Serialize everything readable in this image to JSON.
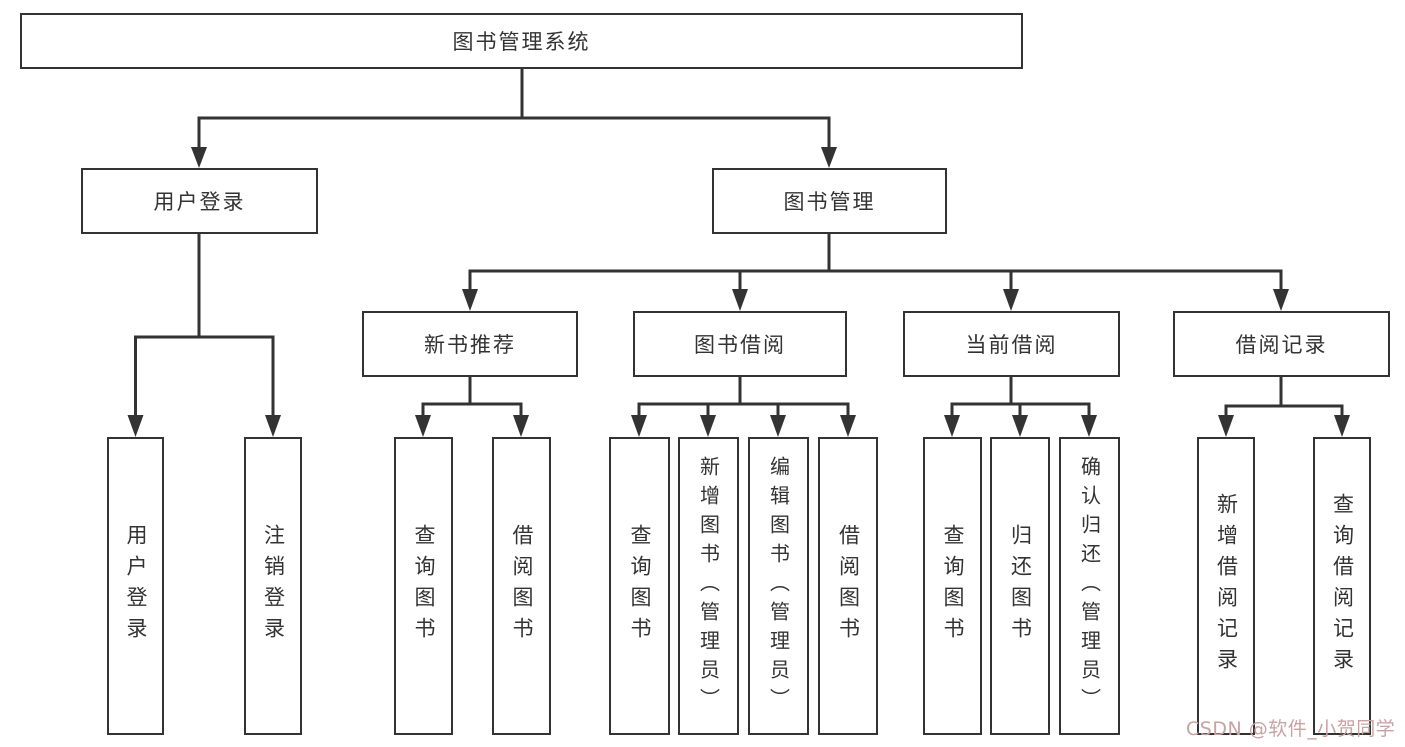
{
  "diagram": {
    "title": "图书管理系统",
    "nodes": {
      "root": "图书管理系统",
      "login": "用户登录",
      "bookMgmt": "图书管理",
      "newBook": "新书推荐",
      "bookBorrow": "图书借阅",
      "currentBorrow": "当前借阅",
      "borrowRecord": "借阅记录",
      "userLogin": "用户登录",
      "logout": "注销登录",
      "nbQuery": "查询图书",
      "nbBorrow": "借阅图书",
      "bbQuery": "查询图书",
      "bbAdd": "新增图书（管理员）",
      "bbEdit": "编辑图书（管理员）",
      "bbBorrow": "借阅图书",
      "cbQuery": "查询图书",
      "cbReturn": "归还图书",
      "cbConfirm": "确认归还（管理员）",
      "brAdd": "新增借阅记录",
      "brQuery": "查询借阅记录"
    },
    "hierarchy": {
      "图书管理系统": {
        "用户登录": [
          "用户登录",
          "注销登录"
        ],
        "图书管理": {
          "新书推荐": [
            "查询图书",
            "借阅图书"
          ],
          "图书借阅": [
            "查询图书",
            "新增图书（管理员）",
            "编辑图书（管理员）",
            "借阅图书"
          ],
          "当前借阅": [
            "查询图书",
            "归还图书",
            "确认归还（管理员）"
          ],
          "借阅记录": [
            "新增借阅记录",
            "查询借阅记录"
          ]
        }
      }
    },
    "watermark": "CSDN @软件_小贺同学",
    "colors": {
      "line": "#333333",
      "text": "#333333",
      "background": "#ffffff",
      "watermark": "#c9a2a2"
    }
  }
}
